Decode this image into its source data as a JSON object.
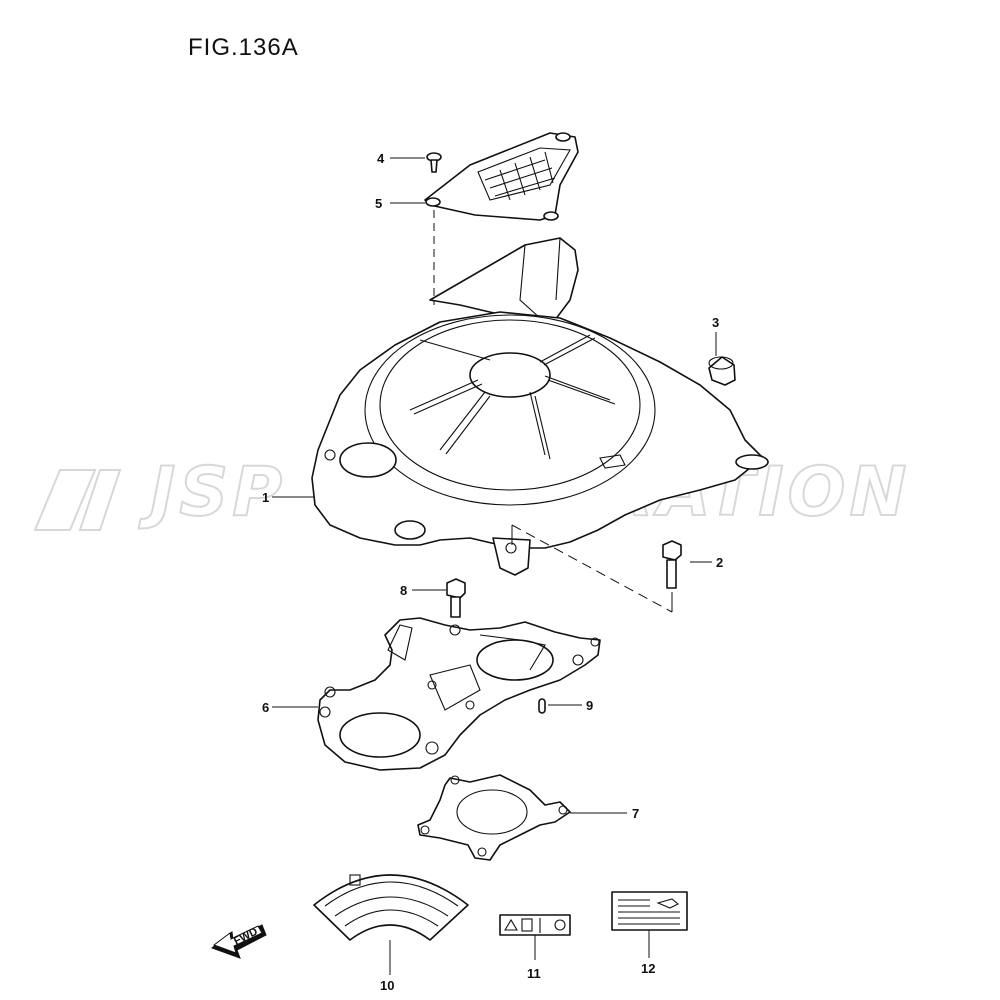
{
  "figure": {
    "title": "FIG.136A"
  },
  "watermark": {
    "text": "JSP CORPORATION"
  },
  "direction_arrow": {
    "label": "FWD"
  },
  "callouts": [
    "1",
    "2",
    "3",
    "4",
    "5",
    "6",
    "7",
    "8",
    "9",
    "10",
    "11",
    "12"
  ],
  "colors": {
    "line": "#111111",
    "watermark": "#d8d8d8",
    "background": "#ffffff"
  }
}
